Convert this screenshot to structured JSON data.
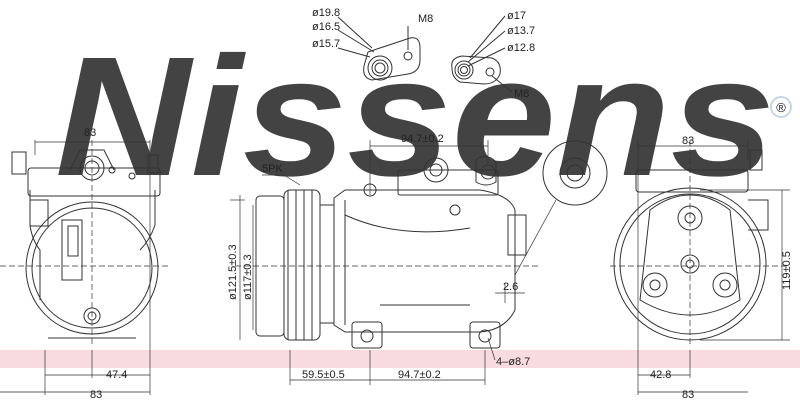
{
  "watermark": {
    "brand": "Nissens",
    "registered": "®",
    "color": "#c7d7e6"
  },
  "band_color": "#f7dbe1",
  "top_details": {
    "left_fitting": {
      "d1": "ø19.8",
      "d2": "ø16.5",
      "d3": "ø15.7",
      "thread": "M8"
    },
    "right_fitting": {
      "d1": "ø17",
      "d2": "ø13.7",
      "d3": "ø12.8",
      "thread": "M8"
    }
  },
  "left_view": {
    "top_width": "83",
    "bottom_offset": "47.4",
    "bottom_width": "83"
  },
  "center_view": {
    "belt": "5PK",
    "pulley_d1": "ø121.5±0.3",
    "pulley_d2": "ø117±0.3",
    "port_spacing": "94.7±0.2",
    "bottom_left": "59.5±0.5",
    "bottom_right": "94.7±0.2",
    "side_gap": "2.6",
    "mount_holes": "4–ø8.7"
  },
  "right_view": {
    "top_width": "83",
    "height": "119±0.5",
    "bottom_offset": "42.8",
    "bottom_width": "83"
  }
}
